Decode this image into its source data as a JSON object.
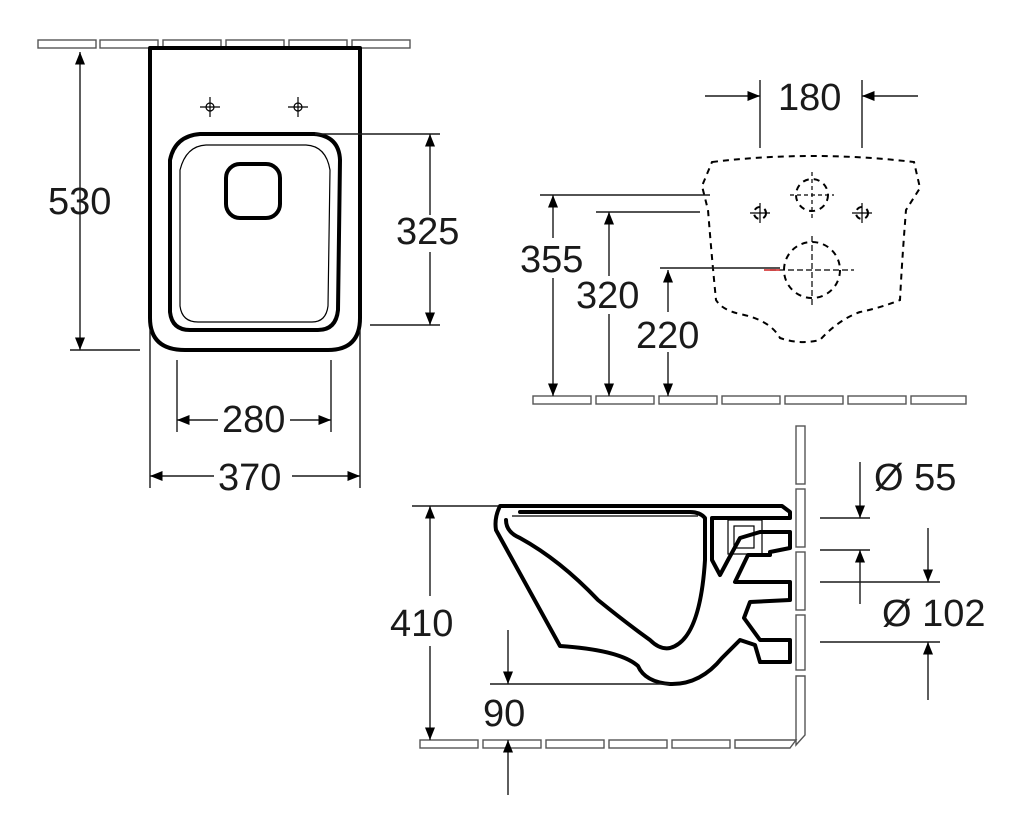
{
  "dimensions": {
    "top_view": {
      "height_total": "530",
      "height_seat": "325",
      "width_inner": "280",
      "width_total": "370"
    },
    "rear_view": {
      "fixing_spacing": "180",
      "height_upper": "355",
      "height_fixing": "320",
      "height_drain": "220"
    },
    "side_view": {
      "inlet_diameter": "Ø 55",
      "outlet_diameter": "Ø 102",
      "height_rim": "410",
      "outlet_height": "90"
    }
  },
  "colors": {
    "line": "#000000",
    "accent_red": "#d02020"
  }
}
